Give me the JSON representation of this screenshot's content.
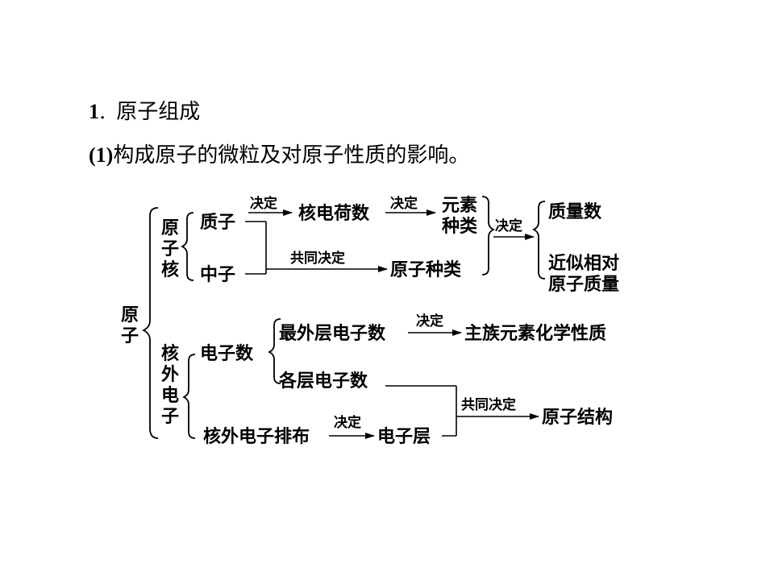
{
  "heading1": {
    "number": "1",
    "sep": ".",
    "text": "原子组成"
  },
  "heading2": {
    "prefix": "(1)",
    "text": "构成原子的微粒及对原子性质的影响。"
  },
  "diagram": {
    "atom": [
      "原",
      "子"
    ],
    "nucleus": [
      "原",
      "子",
      "核"
    ],
    "extranuclear_electrons": [
      "核",
      "外",
      "电",
      "子"
    ],
    "proton": "质子",
    "neutron": "中子",
    "nuclear_charge": "核电荷数",
    "element_kind": [
      "元素",
      "种类"
    ],
    "atom_kind": "原子种类",
    "mass_number": "质量数",
    "relative_atomic_mass": [
      "近似相对",
      "原子质量"
    ],
    "electron_count": "电子数",
    "outermost_electrons": "最外层电子数",
    "main_group_properties": "主族元素化学性质",
    "layer_electrons": "各层电子数",
    "electron_arrangement": "核外电子排布",
    "electron_shell": "电子层",
    "atomic_structure": "原子结构",
    "determines": "决定",
    "jointly_determine": "共同决定"
  }
}
